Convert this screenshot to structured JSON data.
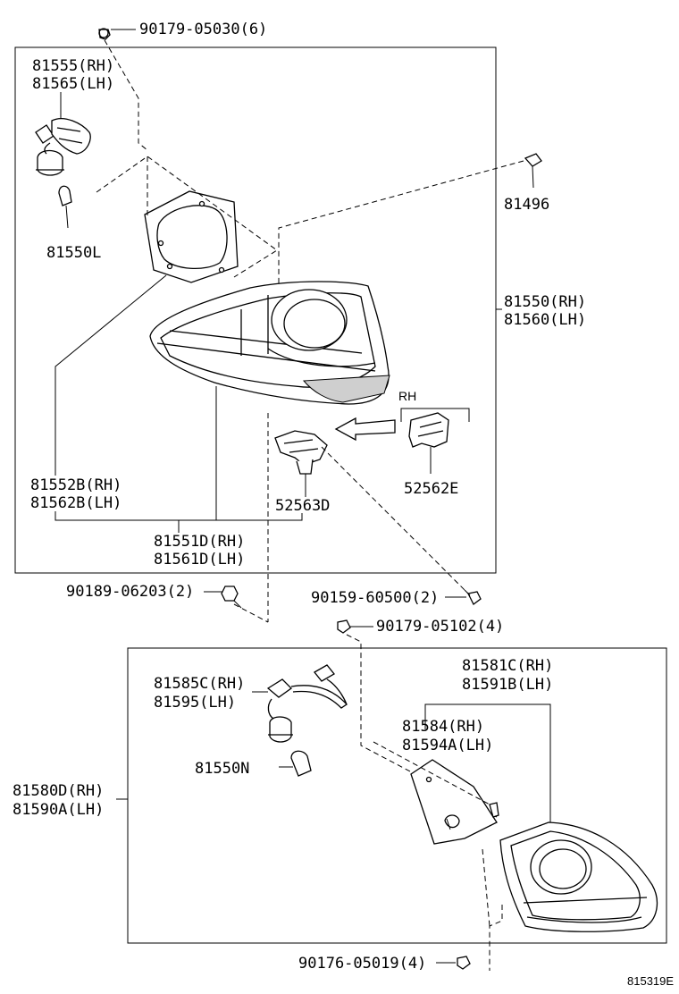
{
  "figure_code": "815319E",
  "side_note": "RH",
  "labels": {
    "p90179_05030": "90179-05030(6)",
    "p81555": "81555(RH)",
    "p81565": "81565(LH)",
    "p81550L": "81550L",
    "p81496": "81496",
    "p81550": "81550(RH)",
    "p81560": "81560(LH)",
    "p81552B": "81552B(RH)",
    "p81562B": "81562B(LH)",
    "p52563D": "52563D",
    "p52562E": "52562E",
    "p81551D": "81551D(RH)",
    "p81561D": "81561D(LH)",
    "p90189_06203": "90189-06203(2)",
    "p90159_60500": "90159-60500(2)",
    "p90179_05102": "90179-05102(4)",
    "p81581C": "81581C(RH)",
    "p81591B": "81591B(LH)",
    "p81585C": "81585C(RH)",
    "p81595": "81595(LH)",
    "p81584": "81584(RH)",
    "p81594A": "81594A(LH)",
    "p81550N": "81550N",
    "p81580D": "81580D(RH)",
    "p81590A": "81590A(LH)",
    "p90176_05019": "90176-05019(4)"
  },
  "icons": [
    "clip-icon",
    "screw-icon",
    "nut-icon",
    "bulb-icon",
    "socket-wire-icon",
    "gasket-icon",
    "lamp-housing-icon",
    "bracket-icon",
    "arrow-icon"
  ]
}
